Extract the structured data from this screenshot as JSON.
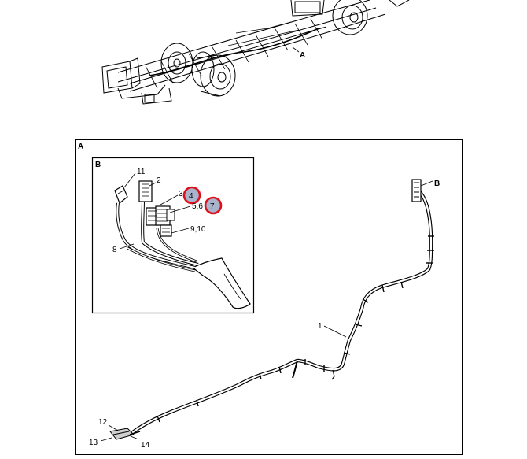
{
  "chassis": {
    "callout_a": "A"
  },
  "detail_a": {
    "label": "A",
    "connector_label": "B",
    "harness_label": "1",
    "bottom_callouts": {
      "c12": "12",
      "c13": "13",
      "c14": "14"
    }
  },
  "detail_b": {
    "label": "B",
    "callouts": {
      "c11": "11",
      "c2": "2",
      "c3": "3",
      "c4": "4",
      "c56": "5,6",
      "c7": "7",
      "c910": "9,10",
      "c8": "8"
    },
    "highlight_color": "#e0101a",
    "highlight_fill": "#a8b4cc"
  }
}
